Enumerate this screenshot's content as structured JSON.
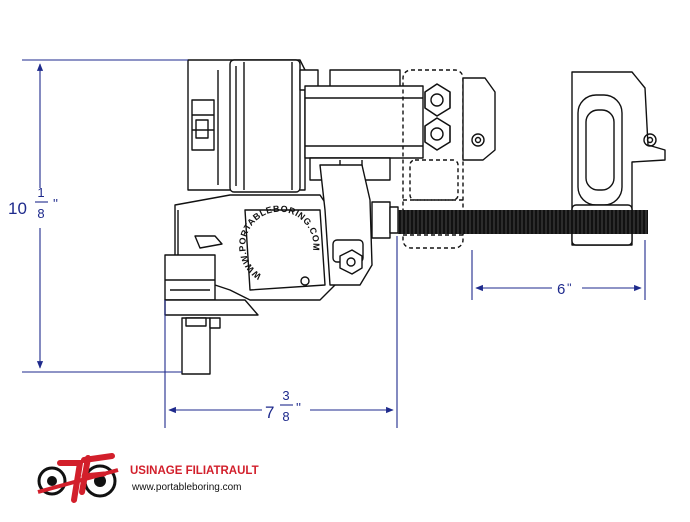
{
  "dimensions": {
    "height": {
      "whole": "10",
      "numerator": "1",
      "denominator": "8",
      "unit": "''"
    },
    "width": {
      "whole": "7",
      "numerator": "3",
      "denominator": "8",
      "unit": "''"
    },
    "travel": {
      "value": "6",
      "unit": "''"
    }
  },
  "machine_markings": {
    "plate_text": "WWW.PORTABLEBORING.COM"
  },
  "branding": {
    "company_name": "USINAGE FILIATRAULT",
    "website": "www.portableboring.com",
    "logo_letters": "UF",
    "name_color": "#d21f2b"
  },
  "colors": {
    "dimension_line": "#1e2a8c",
    "outline": "#111111",
    "rod": "#111111"
  }
}
